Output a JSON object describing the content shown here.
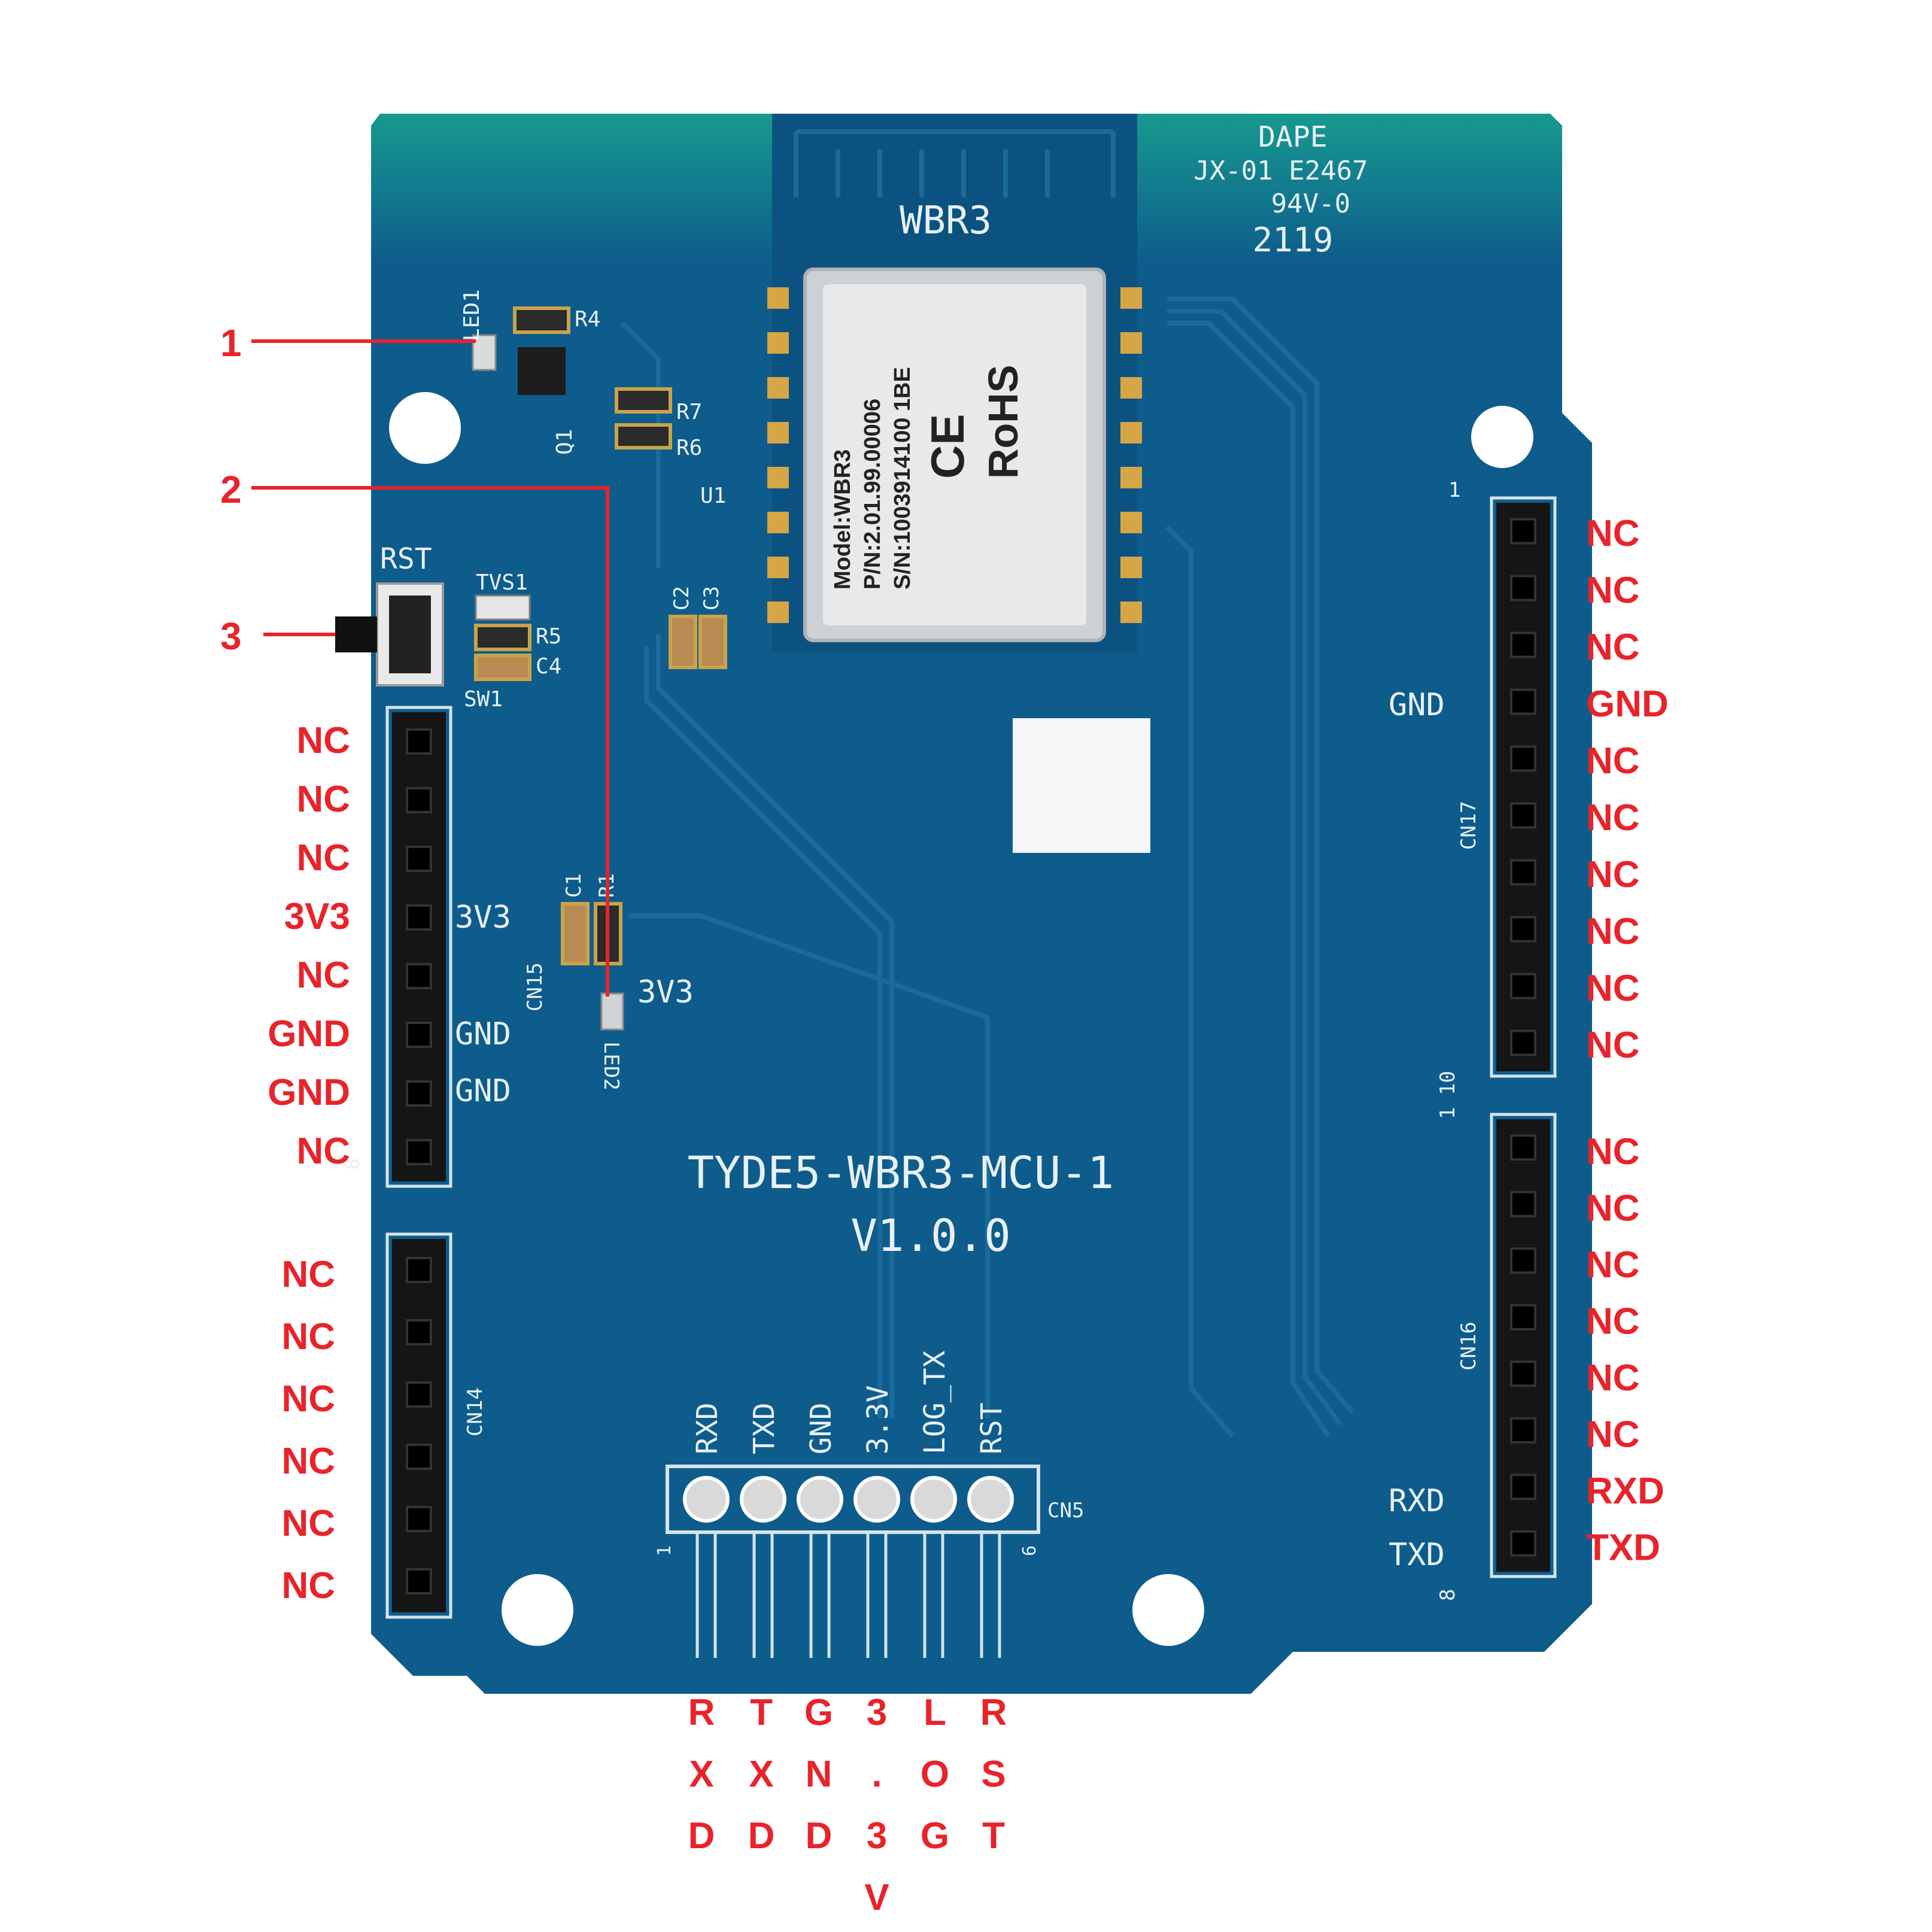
{
  "colors": {
    "pcb": "#0e5c8c",
    "pcb_top": "#17998f",
    "label_red": "#e8232a",
    "silk": "#e8f1f7",
    "header": "#151515"
  },
  "board": {
    "module_name": "WBR3",
    "top_right_marks": [
      "DAPE",
      "JX-01 E2467",
      "94V-0",
      "2119"
    ],
    "title": "TYDE5-WBR3-MCU-1",
    "version": "V1.0.0",
    "module_label": {
      "model": "Model:WBR3",
      "pn": "P/N:2.01.99.00006",
      "sn": "S/N:1003914100 1BE",
      "ce": "CE",
      "rohs": "RoHS"
    },
    "silk_labels": {
      "led1": "LED1",
      "r4": "R4",
      "r7": "R7",
      "r6": "R6",
      "q1": "Q1",
      "u1": "U1",
      "rst": "RST",
      "tvs1": "TVS1",
      "r5": "R5",
      "c4": "C4",
      "sw1": "SW1",
      "c2": "C2",
      "c3": "C3",
      "c1": "C1",
      "r1": "R1",
      "cn15": "CN15",
      "led2": "LED2",
      "cn14": "CN14",
      "cn17": "CN17",
      "cn16": "CN16",
      "cn5": "CN5",
      "left_3v3": "3V3",
      "left_gnd1": "GND",
      "left_gnd2": "GND",
      "led2_3v3": "3V3",
      "right_gnd": "GND",
      "right_rxd": "RXD",
      "right_txd": "TXD",
      "pin1_a": "1",
      "pin1_b": "1",
      "pin1_cn5": "1",
      "pin6_cn5": "6",
      "pin8_a": "8",
      "pin8_b": "8",
      "pin10": "10"
    },
    "cn5_pins": [
      "RXD",
      "TXD",
      "GND",
      "3.3V",
      "LOG_TX",
      "RST"
    ]
  },
  "callouts": [
    "1",
    "2",
    "3"
  ],
  "left_upper_pins": [
    "NC",
    "NC",
    "NC",
    "3V3",
    "NC",
    "GND",
    "GND",
    "NC"
  ],
  "left_lower_pins": [
    "NC",
    "NC",
    "NC",
    "NC",
    "NC",
    "NC"
  ],
  "right_upper_pins": [
    "NC",
    "NC",
    "NC",
    "GND",
    "NC",
    "NC",
    "NC",
    "NC",
    "NC",
    "NC"
  ],
  "right_lower_pins": [
    "NC",
    "NC",
    "NC",
    "NC",
    "NC",
    "NC",
    "RXD",
    "TXD"
  ],
  "bottom_labels": [
    [
      "R",
      "X",
      "D"
    ],
    [
      "T",
      "X",
      "D"
    ],
    [
      "G",
      "N",
      "D"
    ],
    [
      "3",
      ".",
      "3",
      "V"
    ],
    [
      "L",
      "O",
      "G"
    ],
    [
      "R",
      "S",
      "T"
    ]
  ]
}
